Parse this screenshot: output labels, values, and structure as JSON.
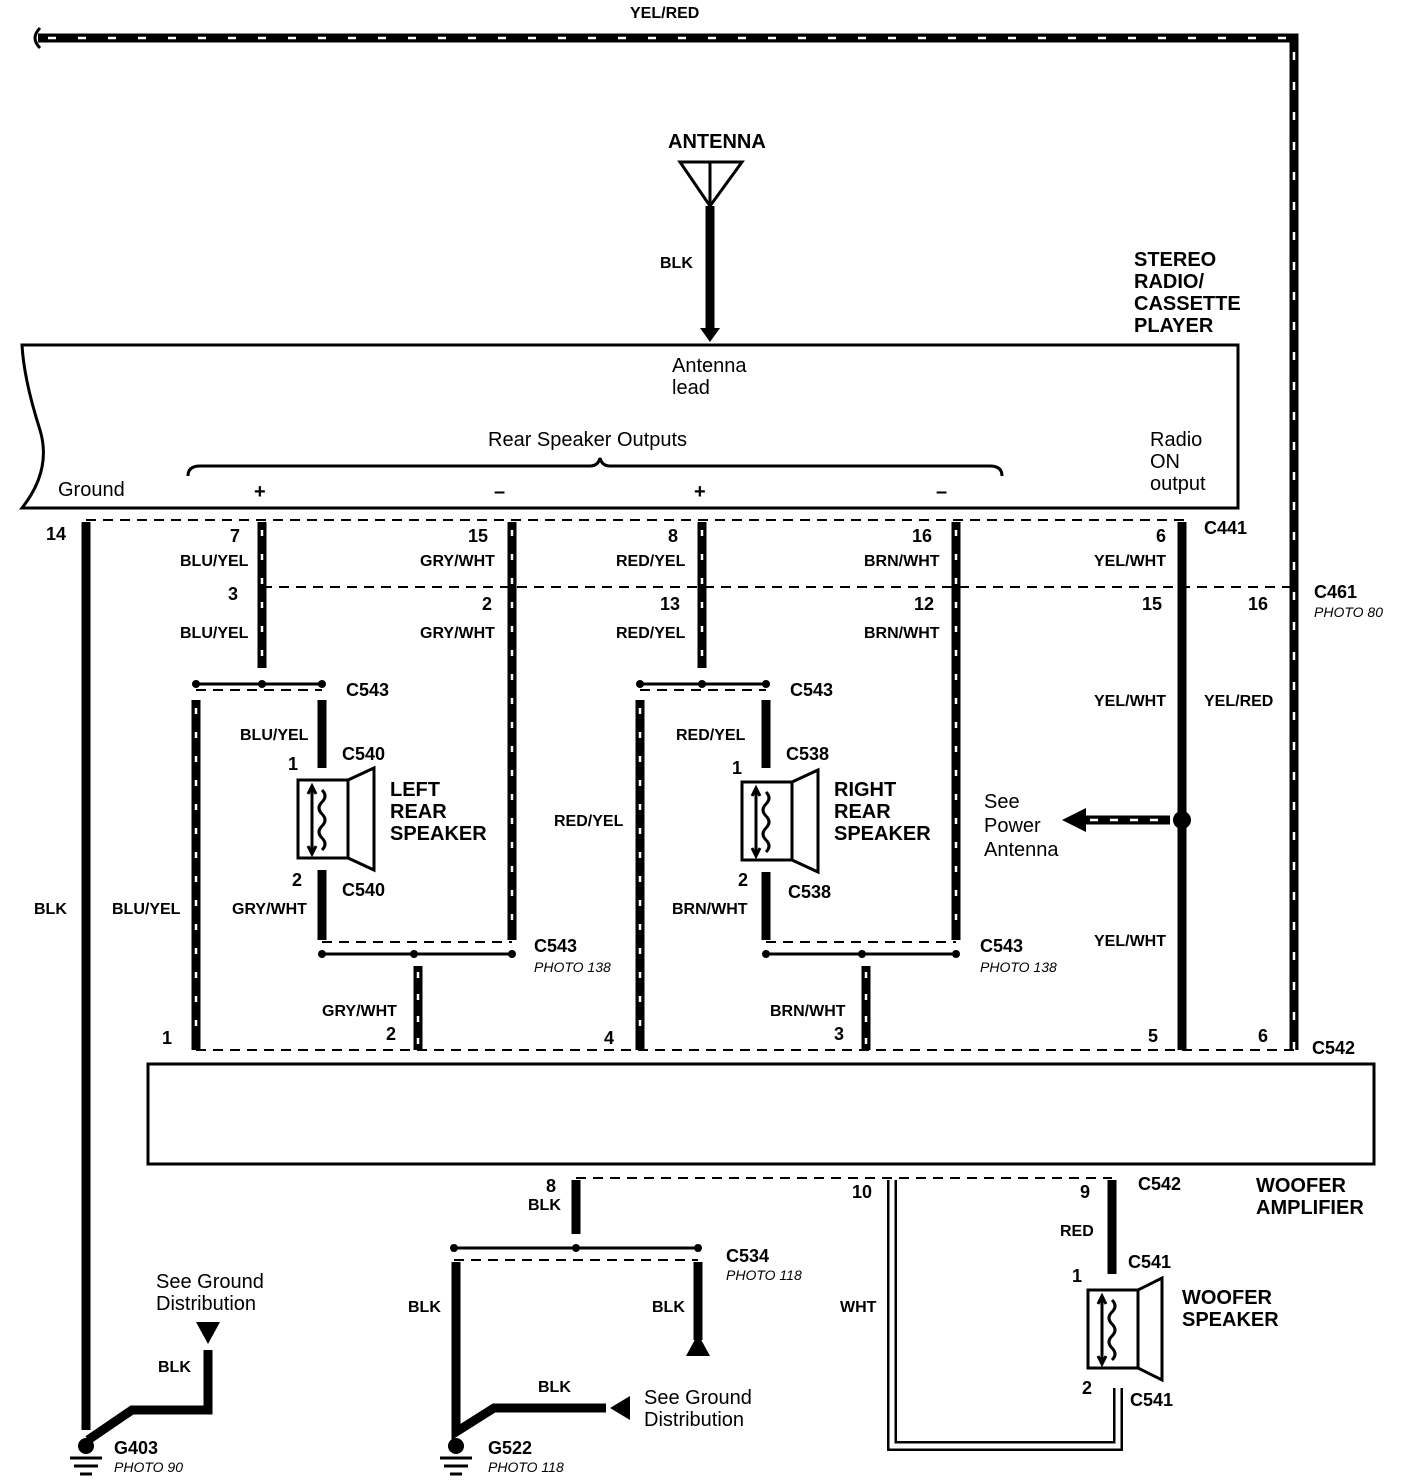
{
  "wires": {
    "top": "YEL/RED",
    "antenna": "BLK",
    "blu_yel": "BLU/YEL",
    "gry_wht": "GRY/WHT",
    "red_yel": "RED/YEL",
    "brn_wht": "BRN/WHT",
    "yel_wht": "YEL/WHT",
    "yel_red": "YEL/RED",
    "blk": "BLK",
    "red": "RED",
    "wht": "WHT"
  },
  "components": {
    "antenna": "ANTENNA",
    "stereo": [
      "STEREO",
      "RADIO/",
      "CASSETTE",
      "PLAYER"
    ],
    "antenna_lead": [
      "Antenna",
      "lead"
    ],
    "rear_outputs": "Rear Speaker Outputs",
    "radio_on": [
      "Radio",
      "ON",
      "output"
    ],
    "ground": "Ground",
    "plus": "+",
    "minus": "–",
    "left_speaker": [
      "LEFT",
      "REAR",
      "SPEAKER"
    ],
    "right_speaker": [
      "RIGHT",
      "REAR",
      "SPEAKER"
    ],
    "see_power_antenna": [
      "See",
      "Power",
      "Antenna"
    ],
    "woofer_amp": [
      "WOOFER",
      "AMPLIFIER"
    ],
    "woofer_speaker": [
      "WOOFER",
      "SPEAKER"
    ],
    "see_ground": [
      "See Ground",
      "Distribution"
    ]
  },
  "connectors": {
    "c441": "C441",
    "c461": "C461",
    "c461_photo": "PHOTO 80",
    "c543": "C543",
    "c543_photo": "PHOTO 138",
    "c540": "C540",
    "c538": "C538",
    "c542": "C542",
    "c534": "C534",
    "c534_photo": "PHOTO 118",
    "c541": "C541",
    "g403": "G403",
    "g403_photo": "PHOTO 90",
    "g522": "G522",
    "g522_photo": "PHOTO 118"
  },
  "pins": {
    "p14": "14",
    "p7": "7",
    "p15": "15",
    "p8": "8",
    "p16": "16",
    "p6": "6",
    "p3": "3",
    "p2": "2",
    "p13": "13",
    "p12": "12",
    "p1": "1",
    "p4": "4",
    "p5": "5",
    "p9": "9",
    "p10": "10"
  }
}
